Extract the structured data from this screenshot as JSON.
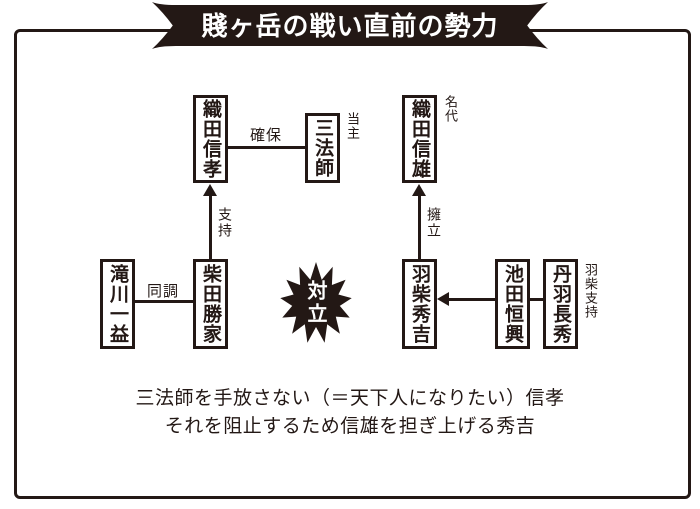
{
  "title": "賤ヶ岳の戦い直前の勢力",
  "colors": {
    "ink": "#231815",
    "paper": "#ffffff",
    "banner_text": "#ffffff"
  },
  "nodes": {
    "nobutaka": {
      "label": "織田信孝"
    },
    "sanboshi": {
      "label": "三法師",
      "tag": "当主"
    },
    "nobukatsu": {
      "label": "織田信雄",
      "tag": "名代"
    },
    "takigawa": {
      "label": "滝川一益"
    },
    "shibata": {
      "label": "柴田勝家"
    },
    "hideyoshi": {
      "label": "羽柴秀吉"
    },
    "ikeda": {
      "label": "池田恒興"
    },
    "niwa": {
      "label": "丹羽長秀",
      "tag": "羽柴支持"
    }
  },
  "edges": {
    "kakuho": {
      "label": "確保",
      "from": "織田信孝",
      "to": "三法師"
    },
    "shiji": {
      "label": "支持",
      "from": "柴田勝家",
      "to": "織田信孝"
    },
    "doucho": {
      "label": "同調",
      "from": "滝川一益",
      "to": "柴田勝家"
    },
    "yoritsu": {
      "label": "擁立",
      "from": "羽柴秀吉",
      "to": "織田信雄"
    },
    "ikeda_support": {
      "label": "",
      "from": "池田恒興",
      "to": "羽柴秀吉"
    }
  },
  "badge": {
    "label": "対立"
  },
  "caption": {
    "line1": "三法師を手放さない（＝天下人になりたい）信孝",
    "line2": "それを阻止するため信雄を担ぎ上げる秀吉"
  }
}
